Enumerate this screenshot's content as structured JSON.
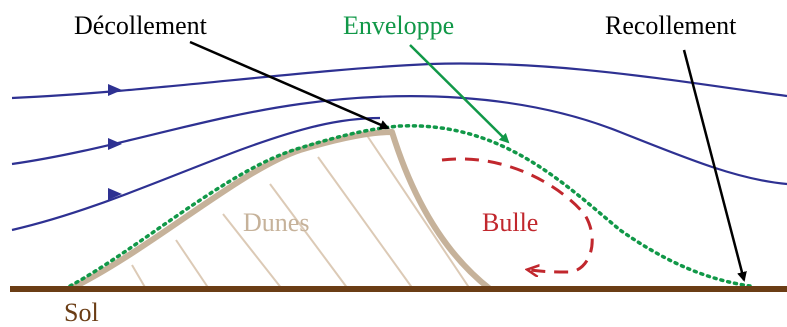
{
  "labels": {
    "decollement": "Décollement",
    "enveloppe": "Enveloppe",
    "recollement": "Recollement",
    "dunes": "Dunes",
    "bulle": "Bulle",
    "sol": "Sol"
  },
  "colors": {
    "streamline": "#2e3192",
    "envelope": "#119848",
    "dune": "#c6b29a",
    "dune_hatch": "#dccab6",
    "bubble": "#c1272d",
    "ground": "#6b3d15",
    "pointer": "#000000"
  }
}
